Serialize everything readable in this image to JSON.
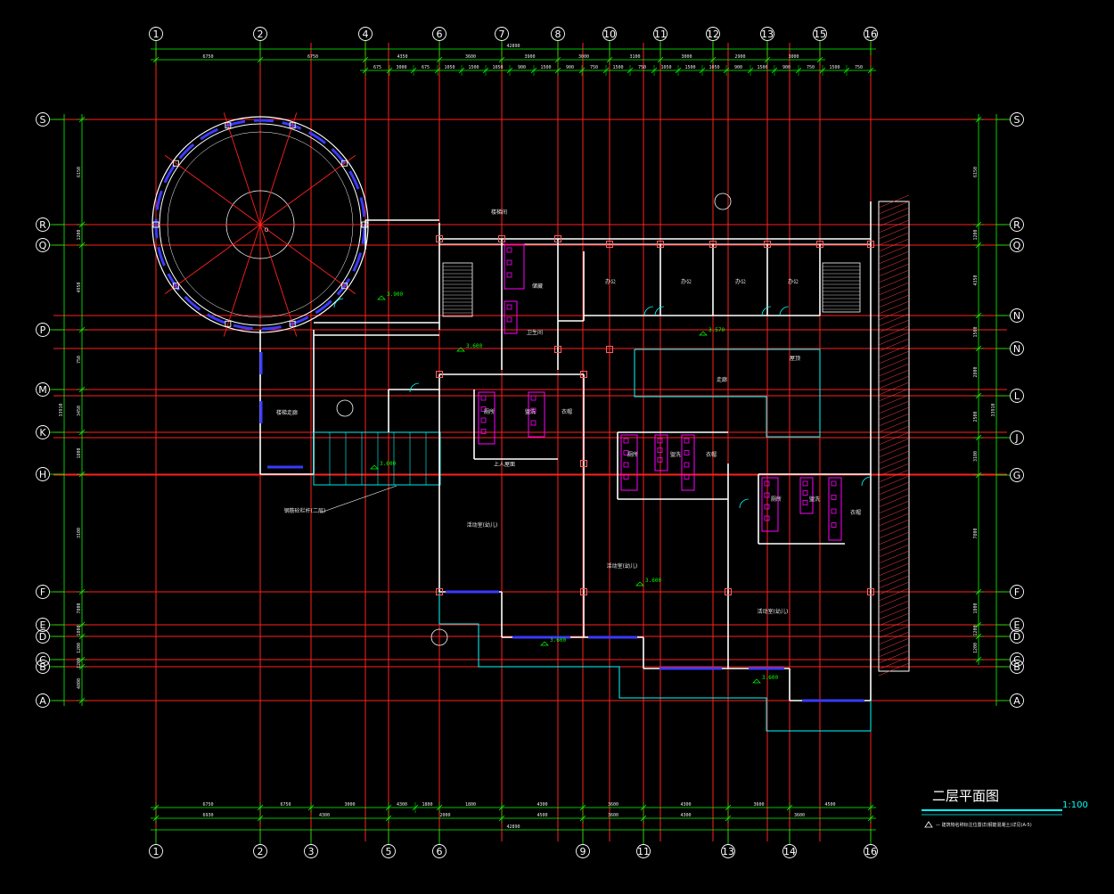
{
  "drawing": {
    "title": "二层平面图",
    "scale": "1:100",
    "note": "— 建筑物名称标注位置详(钢筋混凝土)详见(A-5)",
    "colors": {
      "background": "#000000",
      "axis_line": "#ff2020",
      "dimension": "#00ff00",
      "wall": "#ffffff",
      "window": "#3a3aff",
      "fixture": "#ff00ff",
      "cyan": "#00ffff"
    }
  },
  "axes": {
    "top": [
      "1",
      "2",
      "4",
      "6",
      "7",
      "8",
      "10",
      "11",
      "12",
      "13",
      "15",
      "16"
    ],
    "bottom": [
      "1",
      "2",
      "3",
      "5",
      "6",
      "9",
      "11",
      "13",
      "14",
      "16"
    ],
    "left": [
      "S",
      "R",
      "Q",
      "P",
      "M",
      "K",
      "H",
      "F",
      "E",
      "D",
      "C",
      "B",
      "A"
    ],
    "right": [
      "S",
      "R",
      "Q",
      "N",
      "N",
      "L",
      "J",
      "G",
      "F",
      "E",
      "D",
      "C",
      "B",
      "A"
    ]
  },
  "dims": {
    "top_total": "42890",
    "top_row1": [
      "6750",
      "6750",
      "4350",
      "3600",
      "3900",
      "3000",
      "3100",
      "3000",
      "2900",
      "3000"
    ],
    "top_row2": [
      "675",
      "3000",
      "675",
      "1050",
      "1500",
      "1050",
      "900",
      "1500",
      "900",
      "750",
      "1500",
      "750",
      "1050",
      "1500",
      "1050",
      "900",
      "1500",
      "900",
      "750",
      "1500",
      "750"
    ],
    "bottom_total": "42890",
    "bottom_row1": [
      "6750",
      "6750",
      "3000",
      "4300",
      "1800",
      "1800",
      "4300",
      "3600",
      "4300",
      "3600",
      "4500"
    ],
    "bottom_row2": [
      "6930",
      "4300",
      "2000",
      "4500",
      "3600",
      "4300",
      "3600"
    ],
    "left_total": "33910",
    "left": [
      "6150",
      "1200",
      "4950",
      "750",
      "3450",
      "1800",
      "3100",
      "7800",
      "1800",
      "1200",
      "1200",
      "4800"
    ],
    "right_total": "33910",
    "right": [
      "6150",
      "1200",
      "4350",
      "1500",
      "2800",
      "2500",
      "3100",
      "7800",
      "1800",
      "1200",
      "1200",
      "4800"
    ]
  },
  "rooms": [
    {
      "id": "activity-1",
      "label": "活动室(幼儿)"
    },
    {
      "id": "activity-2",
      "label": "活动室(幼儿)"
    },
    {
      "id": "activity-3",
      "label": "活动室(幼儿)"
    },
    {
      "id": "office-1",
      "label": "办公"
    },
    {
      "id": "office-2",
      "label": "办公"
    },
    {
      "id": "office-3",
      "label": "办公"
    },
    {
      "id": "office-4",
      "label": "办公"
    },
    {
      "id": "corridor",
      "label": "走廊"
    },
    {
      "id": "stair-corridor",
      "label": "楼梯走廊"
    },
    {
      "id": "toilet-1",
      "label": "卫生间"
    },
    {
      "id": "storage-1",
      "label": "储藏"
    },
    {
      "id": "toilet-2",
      "label": "厕所"
    },
    {
      "id": "wash-1",
      "label": "盥洗"
    },
    {
      "id": "cloak-1",
      "label": "衣帽"
    },
    {
      "id": "toilet-3",
      "label": "厕所"
    },
    {
      "id": "wash-2",
      "label": "盥洗"
    },
    {
      "id": "cloak-2",
      "label": "衣帽"
    },
    {
      "id": "toilet-4",
      "label": "厕所"
    },
    {
      "id": "wash-3",
      "label": "盥洗"
    },
    {
      "id": "cloak-3",
      "label": "衣帽"
    },
    {
      "id": "stair-label",
      "label": "楼梯间"
    },
    {
      "id": "roof-label",
      "label": "屋顶"
    },
    {
      "id": "fence-note",
      "label": "钢筋砼栏杆(二层)"
    },
    {
      "id": "upper-roof",
      "label": "上人屋面"
    }
  ],
  "levels": [
    "3.900",
    "3.600",
    "3.570",
    "3.600",
    "3.600",
    "3.600",
    "3.600"
  ]
}
